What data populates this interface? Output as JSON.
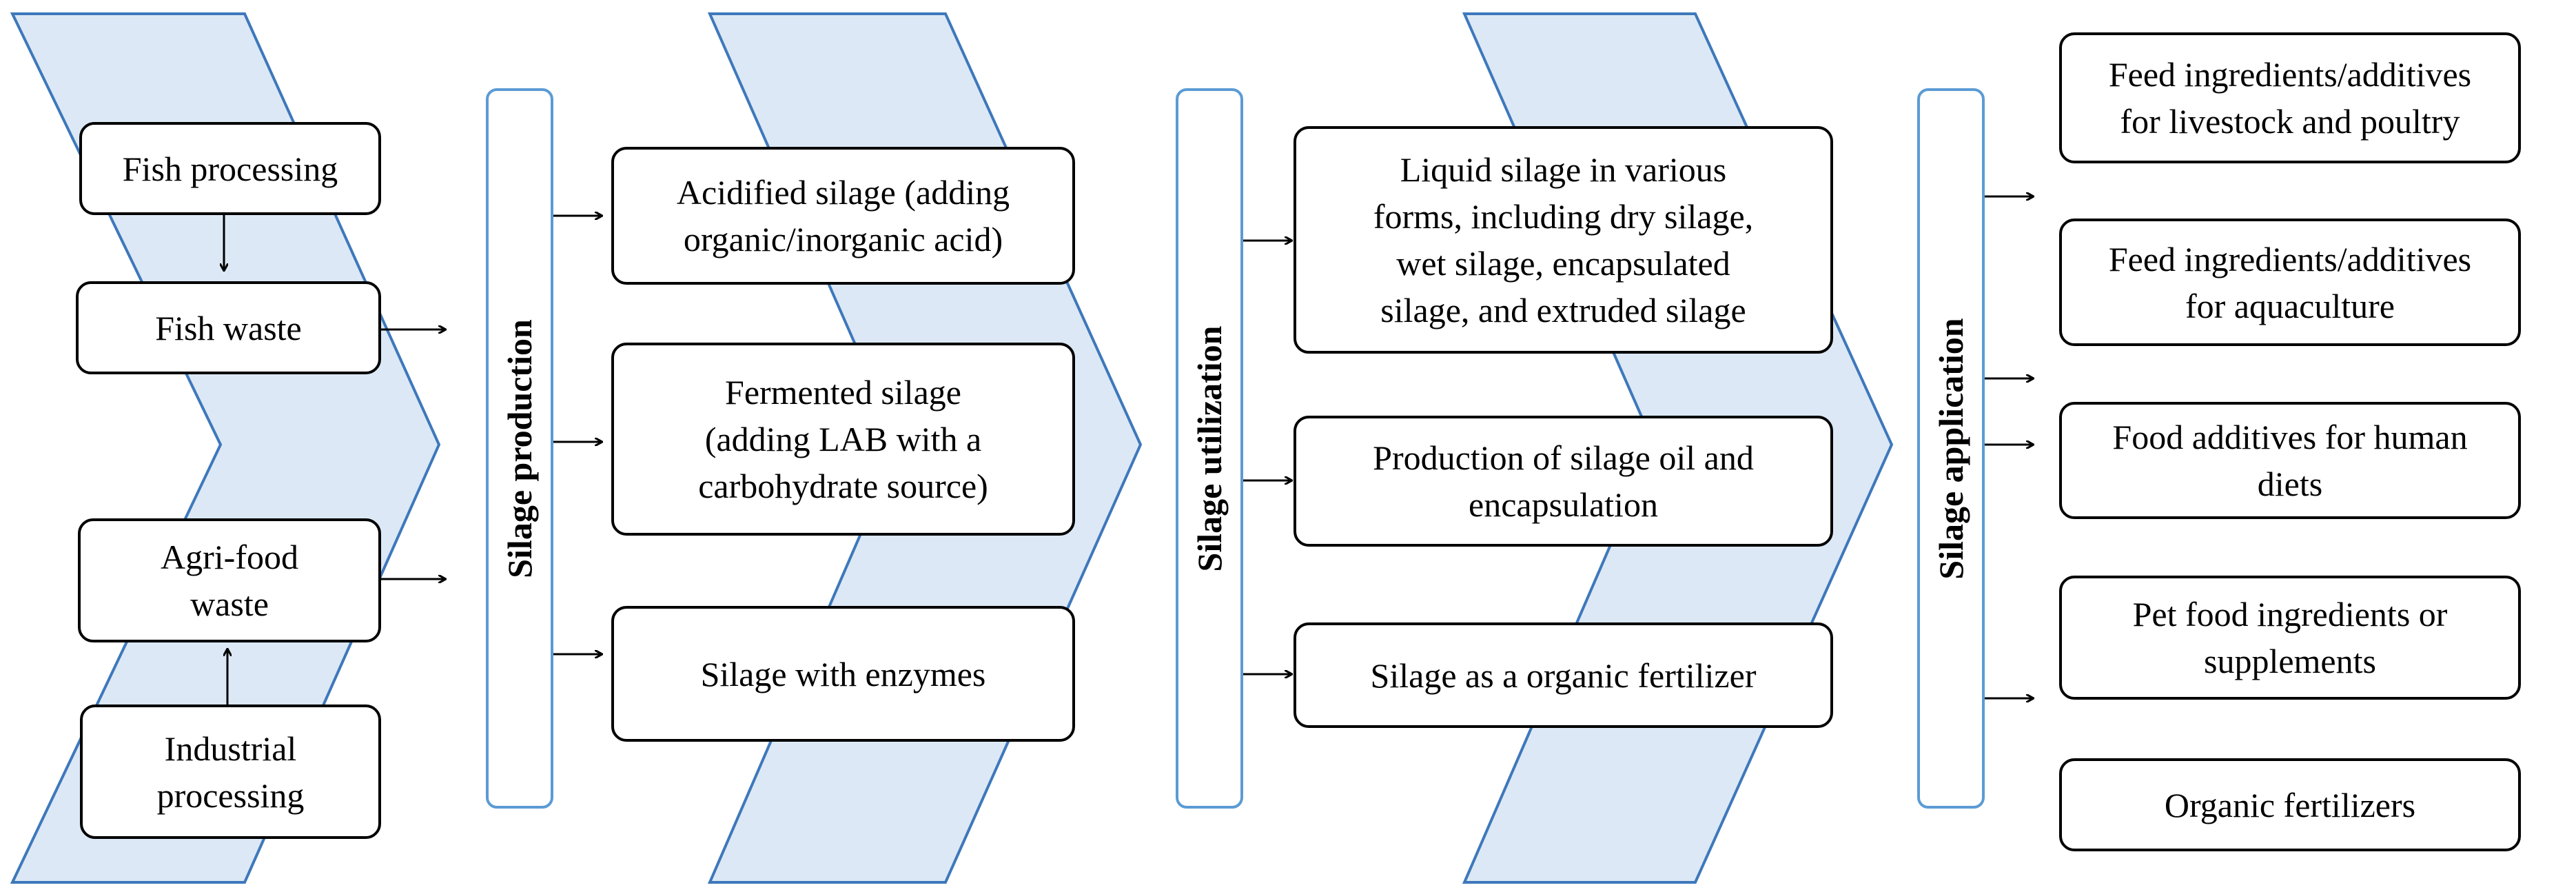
{
  "colors": {
    "chevron_fill": "#dce8f5",
    "chevron_stroke": "#3e78bb",
    "bar_border": "#5b9bd5",
    "box_border": "#000000",
    "arrow": "#000000"
  },
  "sources": {
    "fish_processing": "Fish processing",
    "fish_waste": "Fish waste",
    "agri_food_waste": "Agri-food\nwaste",
    "industrial_processing": "Industrial\nprocessing"
  },
  "stages": {
    "production": "Silage production",
    "utilization": "Silage utilization",
    "application": "Silage application"
  },
  "production_methods": {
    "acidified": "Acidified silage (adding\norganic/inorganic acid)",
    "fermented": "Fermented silage\n(adding LAB with a\ncarbohydrate source)",
    "enzymes": "Silage with enzymes"
  },
  "utilization_forms": {
    "liquid": "Liquid silage in various\nforms, including dry silage,\nwet silage, encapsulated\nsilage, and extruded silage",
    "oil": "Production of silage oil and\nencapsulation",
    "fertilizer": "Silage as a organic fertilizer"
  },
  "applications": {
    "livestock": "Feed ingredients/additives\nfor livestock and poultry",
    "aquaculture": "Feed ingredients/additives\nfor aquaculture",
    "human": "Food additives for human\ndiets",
    "pet": "Pet food ingredients or\nsupplements",
    "organic": "Organic fertilizers"
  }
}
